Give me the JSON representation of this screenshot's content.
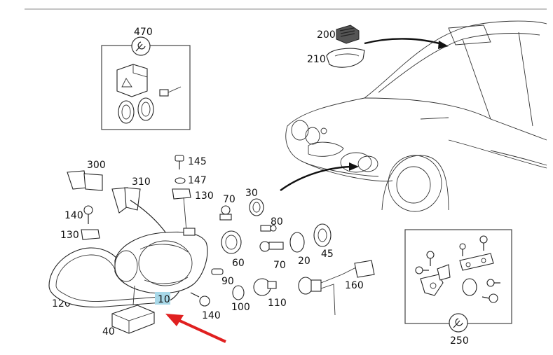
{
  "callouts": {
    "c470": "470",
    "c200": "200",
    "c210": "210",
    "c300": "300",
    "c310": "310",
    "c145": "145",
    "c147": "147",
    "c130a": "130",
    "c140a": "140",
    "c130b": "130",
    "c70a": "70",
    "c30": "30",
    "c80": "80",
    "c60": "60",
    "c70b": "70",
    "c20": "20",
    "c45": "45",
    "c90": "90",
    "c100": "100",
    "c110": "110",
    "c160": "160",
    "c120": "120",
    "c10": "10",
    "c140b": "140",
    "c40": "40",
    "c250": "250"
  },
  "colors": {
    "highlight": "#a8d8e8",
    "arrow": "#e02020",
    "line": "#222222"
  },
  "icons": {
    "kit_470": "wrench-icon",
    "kit_250": "wrench-icon"
  }
}
